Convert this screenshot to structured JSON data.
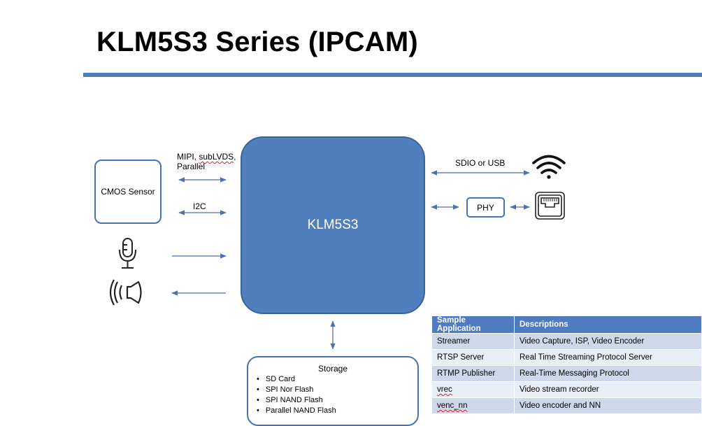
{
  "title": "KLM5S3 Series (IPCAM)",
  "colors": {
    "accent": "#4f7cc0",
    "soc_fill": "#4f7fbd",
    "box_border": "#4a72b2",
    "row_odd": "#cfd8ea",
    "row_even": "#e8edf6"
  },
  "diagram": {
    "cmos_sensor": "CMOS Sensor",
    "soc": "KLM5S3",
    "phy": "PHY",
    "link_video_line1": "MIPI, subLVDS,",
    "link_video_line2": "Parallel",
    "link_i2c": "I2C",
    "link_sdio": "SDIO or USB",
    "icons": [
      "microphone-icon",
      "speaker-icon",
      "wifi-icon",
      "ethernet-port-icon"
    ],
    "storage": {
      "title": "Storage",
      "items": [
        "SD Card",
        "SPI Nor Flash",
        "SPI NAND Flash",
        "Parallel NAND Flash"
      ]
    }
  },
  "table": {
    "headers": [
      "Sample Application",
      "Descriptions"
    ],
    "rows": [
      [
        "Streamer",
        "Video Capture, ISP, Video Encoder"
      ],
      [
        "RTSP Server",
        "Real Time Streaming Protocol Server"
      ],
      [
        "RTMP Publisher",
        "Real-Time Messaging Protocol"
      ],
      [
        "vrec",
        "Video stream recorder"
      ],
      [
        "venc_nn",
        "Video encoder and NN"
      ]
    ]
  }
}
